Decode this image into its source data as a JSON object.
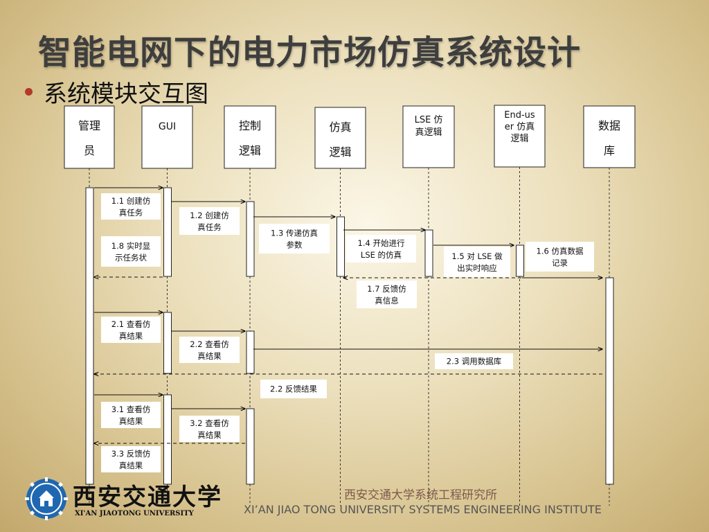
{
  "slide": {
    "title": "智能电网下的电力市场仿真系统设计",
    "subtitle": "系统模块交互图"
  },
  "diagram": {
    "participants": [
      {
        "id": "admin",
        "lines": [
          "管理",
          "员"
        ]
      },
      {
        "id": "gui",
        "lines": [
          "GUI"
        ]
      },
      {
        "id": "control",
        "lines": [
          "控制",
          "逻辑"
        ]
      },
      {
        "id": "sim",
        "lines": [
          "仿真",
          "逻辑"
        ]
      },
      {
        "id": "lse",
        "lines": [
          "LSE 仿",
          "真逻辑"
        ]
      },
      {
        "id": "enduser",
        "lines": [
          "End-us",
          "er 仿真",
          "逻辑"
        ]
      },
      {
        "id": "db",
        "lines": [
          "数据",
          "库"
        ]
      }
    ],
    "messages": [
      {
        "from": "admin",
        "to": "gui",
        "style": "solid",
        "lines": [
          "1.1 创建仿",
          "真任务"
        ]
      },
      {
        "from": "gui",
        "to": "control",
        "style": "solid",
        "lines": [
          "1.2 创建仿",
          "真任务"
        ]
      },
      {
        "from": "control",
        "to": "sim",
        "style": "solid",
        "lines": [
          "1.3 传递仿真",
          "参数"
        ]
      },
      {
        "from": "sim",
        "to": "lse",
        "style": "solid",
        "lines": [
          "1.4 开始进行",
          "LSE 的仿真"
        ]
      },
      {
        "from": "lse",
        "to": "enduser",
        "style": "solid",
        "lines": [
          "1.5 对 LSE 做",
          "出实时响应"
        ]
      },
      {
        "from": "enduser",
        "to": "db",
        "style": "solid",
        "lines": [
          "1.6 仿真数据",
          "记录"
        ]
      },
      {
        "from": "gui",
        "to": "admin",
        "style": "dashed",
        "lines": [
          "1.8 实时显",
          "示任务状"
        ]
      },
      {
        "from": "db",
        "to": "sim",
        "style": "dashed",
        "lines": [
          "1.7 反馈仿",
          "真信息"
        ]
      },
      {
        "from": "admin",
        "to": "gui",
        "style": "solid",
        "lines": [
          "2.1 查看仿",
          "真结果"
        ]
      },
      {
        "from": "gui",
        "to": "control",
        "style": "solid",
        "lines": [
          "2.2 查看仿",
          "真结果"
        ]
      },
      {
        "from": "control",
        "to": "db",
        "style": "solid",
        "lines": [
          "2.3 调用数据库"
        ]
      },
      {
        "from": "db",
        "to": "admin",
        "style": "dashed",
        "lines": [
          "2.2 反馈结果"
        ]
      },
      {
        "from": "admin",
        "to": "gui",
        "style": "solid",
        "lines": [
          "3.1 查看仿",
          "真结果"
        ]
      },
      {
        "from": "gui",
        "to": "control",
        "style": "solid",
        "lines": [
          "3.2 查看仿",
          "真结果"
        ]
      },
      {
        "from": "control",
        "to": "admin",
        "style": "dashed",
        "lines": [
          "3.3 反馈仿",
          "真结果"
        ]
      }
    ]
  },
  "footer": {
    "logo_cn": "西安交通大学",
    "logo_en": "XI'AN JIAOTONG UNIVERSITY",
    "institute_cn": "西安交通大学系统工程研究所",
    "institute_en": "XI’AN JIAO TONG UNIVERSITY SYSTEMS ENGINEERING INSTITUTE"
  },
  "colors": {
    "bullet": "#b33a2a",
    "logo_blue": "#1f67b1",
    "footer_cn": "#7d5a4a"
  }
}
